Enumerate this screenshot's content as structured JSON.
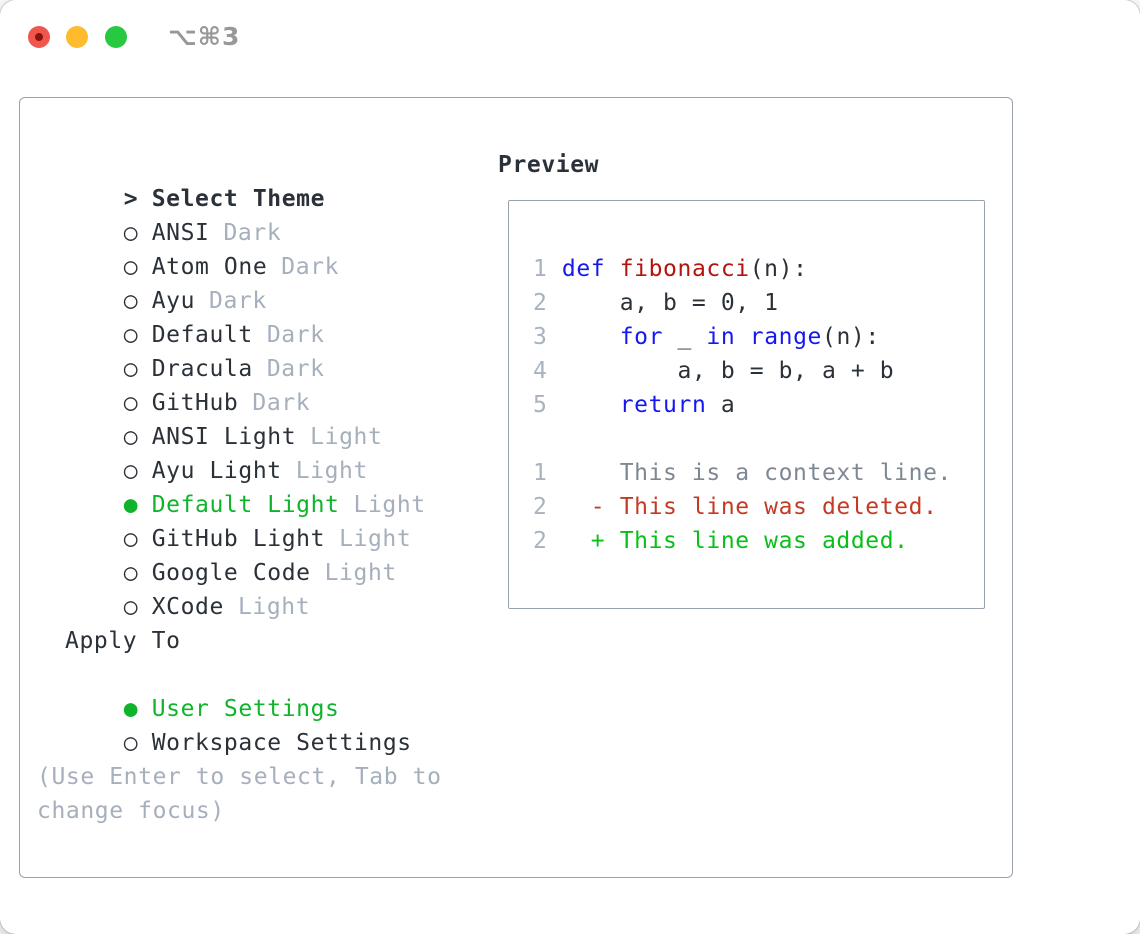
{
  "window": {
    "title": "⌥⌘3"
  },
  "theme_panel": {
    "header": {
      "marker": ">",
      "label": "Select Theme"
    },
    "items": [
      {
        "marker": "○",
        "name": "ANSI",
        "variant": "Dark",
        "selected": false
      },
      {
        "marker": "○",
        "name": "Atom One",
        "variant": "Dark",
        "selected": false
      },
      {
        "marker": "○",
        "name": "Ayu",
        "variant": "Dark",
        "selected": false
      },
      {
        "marker": "○",
        "name": "Default",
        "variant": "Dark",
        "selected": false
      },
      {
        "marker": "○",
        "name": "Dracula",
        "variant": "Dark",
        "selected": false
      },
      {
        "marker": "○",
        "name": "GitHub",
        "variant": "Dark",
        "selected": false
      },
      {
        "marker": "○",
        "name": "ANSI Light",
        "variant": "Light",
        "selected": false
      },
      {
        "marker": "○",
        "name": "Ayu Light",
        "variant": "Light",
        "selected": false
      },
      {
        "marker": "●",
        "name": "Default Light",
        "variant": "Light",
        "selected": true
      },
      {
        "marker": "○",
        "name": "GitHub Light",
        "variant": "Light",
        "selected": false
      },
      {
        "marker": "○",
        "name": "Google Code",
        "variant": "Light",
        "selected": false
      },
      {
        "marker": "○",
        "name": "XCode",
        "variant": "Light",
        "selected": false
      }
    ]
  },
  "apply_to": {
    "label": "Apply To",
    "options": [
      {
        "marker": "●",
        "name": "User Settings",
        "selected": true
      },
      {
        "marker": "○",
        "name": "Workspace Settings",
        "selected": false
      }
    ]
  },
  "help": {
    "line1": "(Use Enter to select, Tab to",
    "line2": "change focus)"
  },
  "preview": {
    "label": "Preview",
    "code": [
      {
        "num": "1",
        "seg": {
          "a": " ",
          "b": "def",
          "c": " ",
          "d": "fibonacci",
          "e": "(n):"
        }
      },
      {
        "num": "2",
        "seg": {
          "a": "     a, b = 0, 1"
        }
      },
      {
        "num": "3",
        "seg": {
          "a": "     ",
          "b": "for",
          "c": " _ ",
          "d": "in",
          "e": " ",
          "f": "range",
          "g": "(n):"
        }
      },
      {
        "num": "4",
        "seg": {
          "a": "         a, b = b, a + b"
        }
      },
      {
        "num": "5",
        "seg": {
          "a": "     ",
          "b": "return",
          "c": " a"
        }
      }
    ],
    "diff": [
      {
        "num": "1",
        "kind": "context",
        "text": "     This is a context line."
      },
      {
        "num": "2",
        "kind": "deleted",
        "text": "   - This line was deleted."
      },
      {
        "num": "2",
        "kind": "added",
        "text": "   + This line was added."
      }
    ]
  },
  "icons": {
    "close": "red-circle-with-dot",
    "minimize": "yellow-circle",
    "zoom": "green-circle",
    "radio_unselected": "○",
    "radio_selected": "●"
  },
  "colors": {
    "text-dark": "#2b3138",
    "text-muted": "#a6afbc",
    "line-number": "#a9b2bf",
    "context-gray": "#7e8893",
    "selection-green": "#10b42c",
    "added-green": "#0abf1a",
    "deleted-red": "#c43a24",
    "keyword-blue": "#1618ee",
    "function-red": "#b5130c",
    "panel-border": "#9aa2ac",
    "traffic-red": "#f0564b",
    "traffic-red-dot": "#8c130c",
    "traffic-yellow": "#fdbb2d",
    "traffic-green": "#28c841",
    "title-gray": "#97989a"
  }
}
